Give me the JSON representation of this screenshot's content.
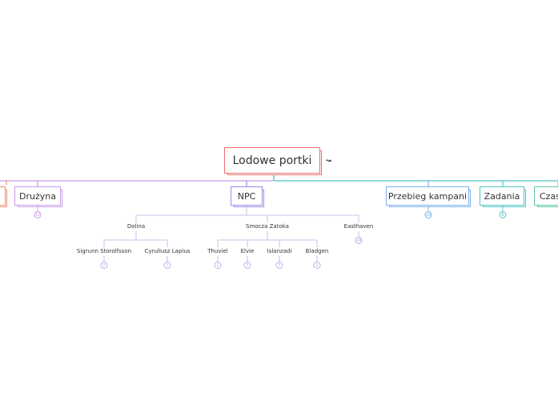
{
  "root": {
    "title": "Lodowe portki",
    "icon": "link-icon",
    "icon_text": "↝"
  },
  "topics": [
    {
      "id": "t0",
      "label": "",
      "color": "#f08a6a",
      "badge": ""
    },
    {
      "id": "t1",
      "label": "Drużyna",
      "color": "#c99be8",
      "badge": "12"
    },
    {
      "id": "t2",
      "label": "NPC",
      "color": "#9b8be8",
      "badge": ""
    },
    {
      "id": "t3",
      "label": "Przebieg kampani",
      "color": "#7fb0e8",
      "badge": "20"
    },
    {
      "id": "t4",
      "label": "Zadania",
      "color": "#4ec4c8",
      "badge": "8"
    },
    {
      "id": "t5",
      "label": "Czas",
      "color": "#5ec9a0",
      "badge": ""
    }
  ],
  "npc": {
    "groups": [
      {
        "label": "Dolina",
        "children": [
          {
            "label": "Sigrunn Storolfsson",
            "badge": "2"
          },
          {
            "label": "Cyruliusz Lapius",
            "badge": "1"
          }
        ]
      },
      {
        "label": "Smocza Zatoka",
        "children": [
          {
            "label": "Thuviel",
            "badge": "2"
          },
          {
            "label": "Elvie",
            "badge": "2"
          },
          {
            "label": "Islanzadi",
            "badge": "2"
          },
          {
            "label": "Bladgen",
            "badge": "2"
          }
        ]
      },
      {
        "label": "Easthaven",
        "badge": "18",
        "children": []
      }
    ]
  }
}
